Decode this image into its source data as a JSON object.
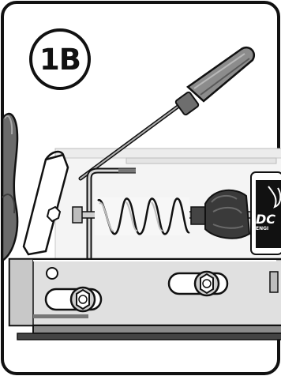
{
  "step": {
    "label": "1B"
  },
  "brand_label": {
    "line1": "DC",
    "line2": "ENGI"
  },
  "colors": {
    "background": "#ffffff",
    "outline": "#111111",
    "metal_light": "#d9d9d9",
    "metal_mid": "#9e9e9e",
    "metal_dark": "#5a5a5a",
    "handle_gray": "#8c8c8c",
    "glove": "#6b6b6b"
  },
  "icons": [
    "screwdriver-icon",
    "spring-icon",
    "hex-nut-icon",
    "gloved-hand-icon",
    "engine-brand-logo"
  ]
}
